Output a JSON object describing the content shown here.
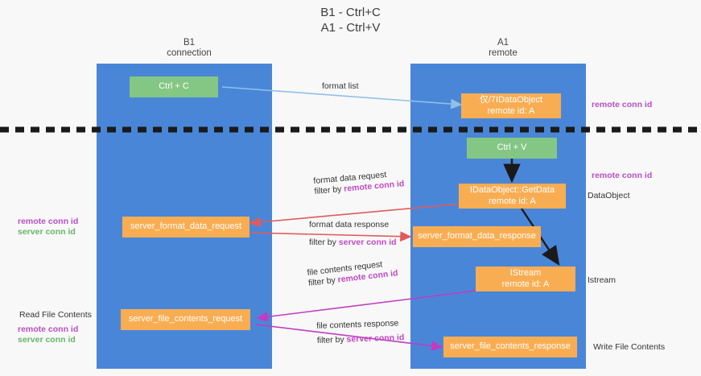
{
  "title": {
    "line1": "B1 - Ctrl+C",
    "line2": "A1 - Ctrl+V"
  },
  "columns": [
    {
      "name": "B1",
      "sub": "connection"
    },
    {
      "name": "A1",
      "sub": "remote"
    }
  ],
  "nodes": {
    "ctrl_c": {
      "label": "Ctrl + C"
    },
    "idataobject": {
      "line1": "仅/7IDataObject",
      "line2": "remote id: A"
    },
    "ctrl_v": {
      "label": "Ctrl + V"
    },
    "getdata": {
      "line1": "IDataObject::GetData",
      "line2": "remote id: A"
    },
    "server_format_data_request": {
      "label": "server_format_data_request"
    },
    "server_format_data_response": {
      "label": "server_format_data_response"
    },
    "istream": {
      "line1": "IStream",
      "line2": "remote id: A"
    },
    "server_file_contents_request": {
      "label": "server_file_contents_request"
    },
    "server_file_contents_response": {
      "label": "server_file_contents_response"
    }
  },
  "edges": {
    "format_list": {
      "text": "format list"
    },
    "format_data_request": {
      "text": "format data request",
      "filter_prefix": "filter by ",
      "filter_key": "remote conn id"
    },
    "format_data_response": {
      "text": "format data response",
      "filter_prefix": "filter by ",
      "filter_key": "server conn id"
    },
    "file_contents_request": {
      "text": "file contents request",
      "filter_prefix": "filter by ",
      "filter_key": "remote conn id"
    },
    "file_contents_response": {
      "text": "file contents response",
      "filter_prefix": "filter by ",
      "filter_key": "server conn id"
    }
  },
  "annotations": {
    "right_remote_conn_top": "remote conn id",
    "right_remote_conn_mid": "remote conn id",
    "right_dataobject": "DataObject",
    "right_istream": "Istream",
    "right_write_file_contents": "Write File Contents",
    "left_remote_conn_id": "remote conn id",
    "left_server_conn_id": "server conn id",
    "left_read_file_contents": "Read File Contents",
    "left_remote_conn_id_2": "remote conn id",
    "left_server_conn_id_2": "server conn id"
  },
  "colors": {
    "lane": "#4a86d8",
    "green_node": "#84c784",
    "orange_node": "#f9ad52",
    "purple_text": "#b94fc4",
    "green_text": "#68b568",
    "arrow_blue": "#8ec0e8",
    "arrow_red": "#e05b5b",
    "arrow_magenta": "#c23bc2",
    "arrow_black": "#1a1a1a",
    "divider": "#1a1a1a",
    "background": "#f8f8f8"
  }
}
